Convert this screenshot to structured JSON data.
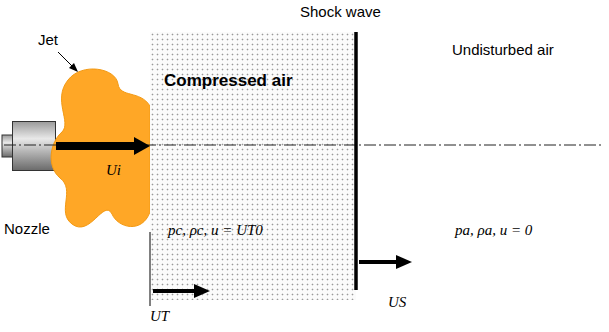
{
  "diagram": {
    "nodes": [
      {
        "text": [
          "Nozzle"
        ]
      },
      {
        "text": [
          "Jet",
          "Ui"
        ]
      },
      {
        "text": [
          "Compressed air",
          "pc, ρc, u = UT0"
        ]
      }
    ],
    "edges": [
      {
        "from": 0,
        "to": 1,
        "arrow": "to"
      }
    ],
    "labels": [
      "Shock wave",
      "Undisturbed air",
      "pa, ρa, u = 0",
      "UT",
      "US"
    ]
  }
}
